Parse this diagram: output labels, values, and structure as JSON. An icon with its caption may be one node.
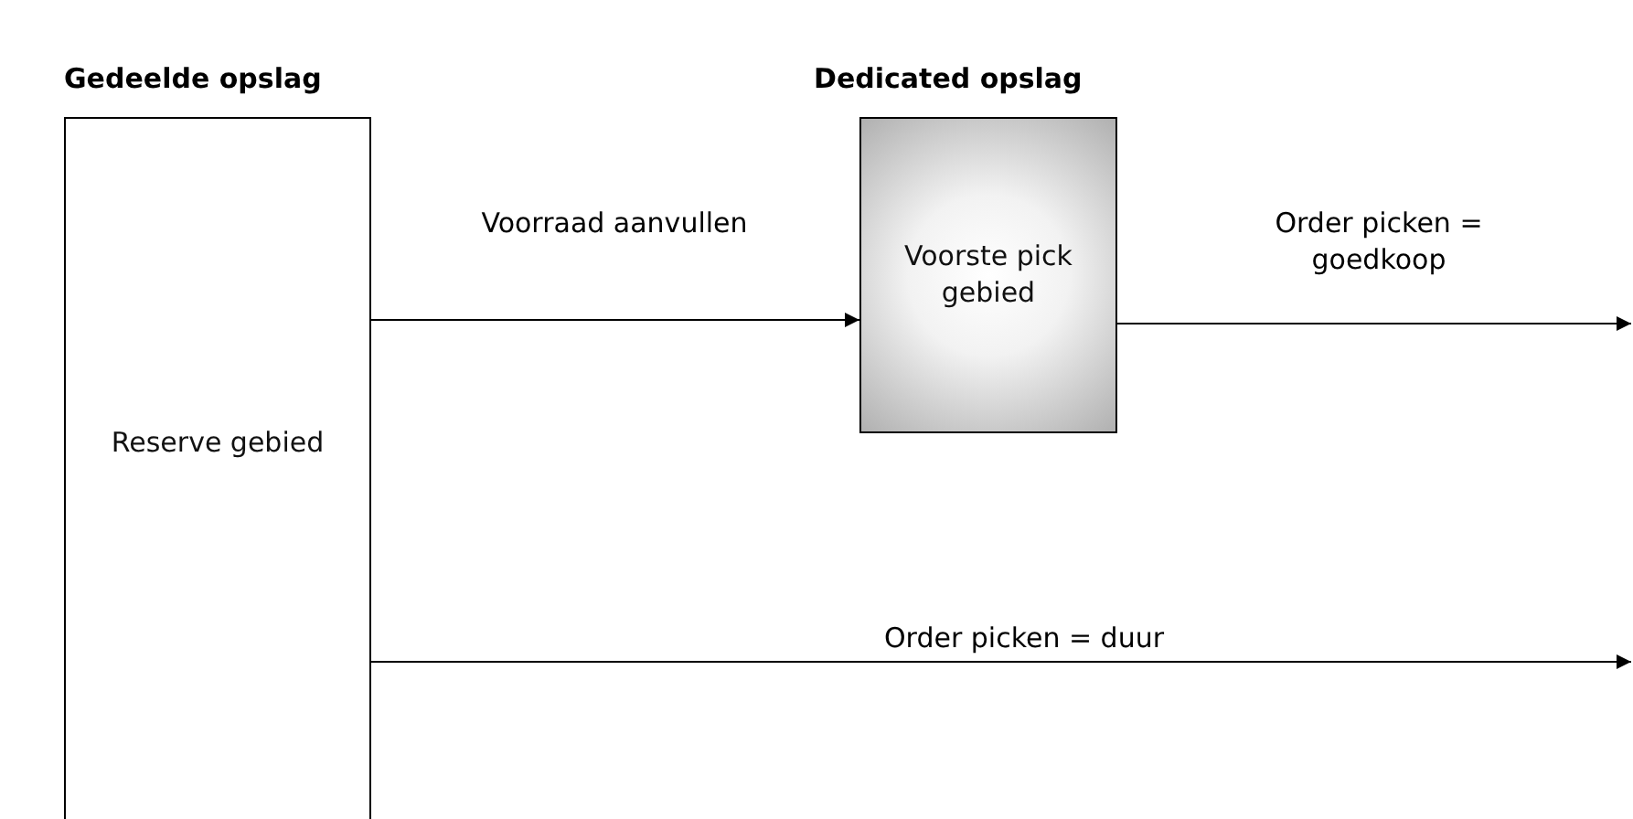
{
  "diagram": {
    "nodes": [
      {
        "text": [
          "Reserve gebied"
        ]
      },
      {
        "text": [
          "Voorste pick gebied"
        ]
      }
    ],
    "edges": [
      {
        "from": 0,
        "to": 1,
        "arrow": "to",
        "label": "Voorraad aanvullen"
      },
      {
        "from": 1,
        "to": null,
        "arrow": "to",
        "label": "Order picken = goedkoop"
      },
      {
        "from": 0,
        "to": null,
        "arrow": "to",
        "label": "Order picken = duur"
      }
    ],
    "labels": [
      "Gedeelde opslag",
      "Dedicated opslag"
    ]
  }
}
